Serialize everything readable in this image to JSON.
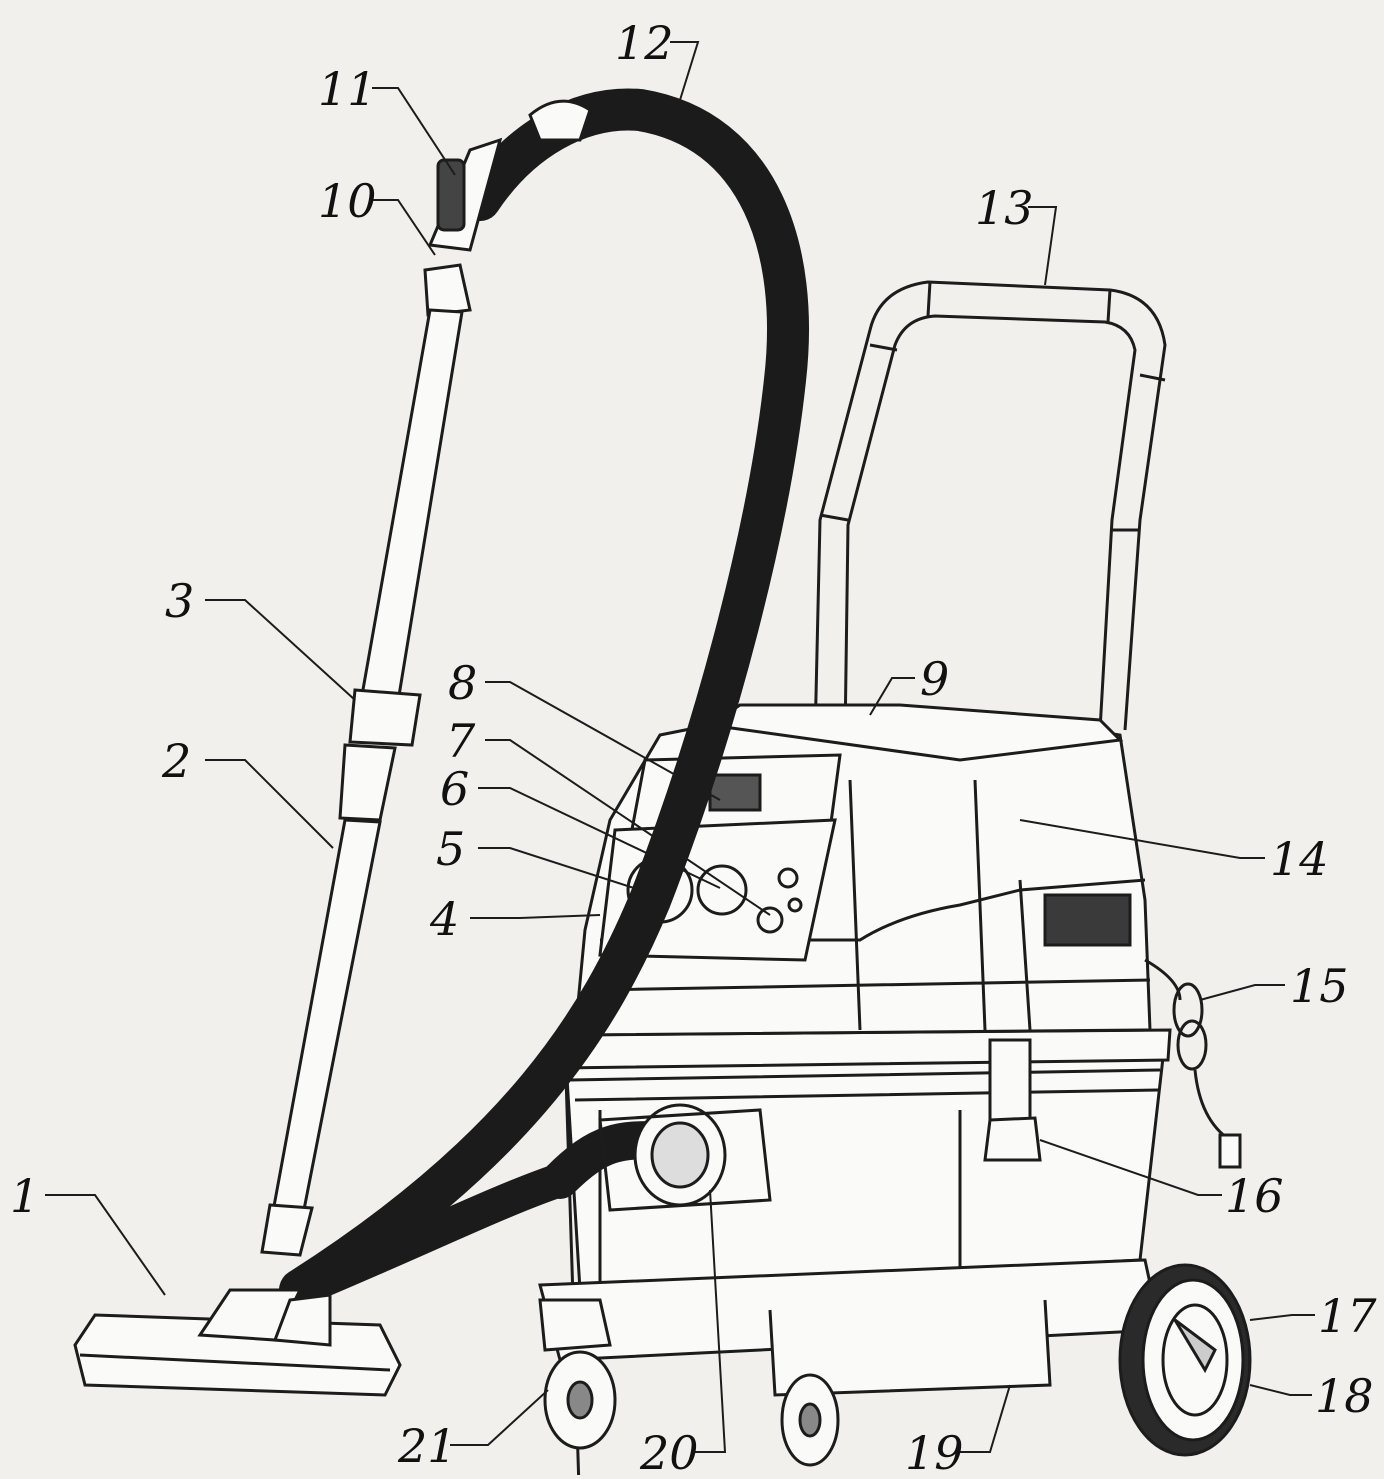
{
  "diagram": {
    "colors": {
      "line": "#1c1c1c",
      "hose": "#1b1b1b",
      "paper": "#f1f0ec",
      "body": "#fafaf8"
    },
    "callouts": [
      {
        "id": "c1",
        "text": "1"
      },
      {
        "id": "c2",
        "text": "2"
      },
      {
        "id": "c3",
        "text": "3"
      },
      {
        "id": "c4",
        "text": "4"
      },
      {
        "id": "c5",
        "text": "5"
      },
      {
        "id": "c6",
        "text": "6"
      },
      {
        "id": "c7",
        "text": "7"
      },
      {
        "id": "c8",
        "text": "8"
      },
      {
        "id": "c9",
        "text": "9"
      },
      {
        "id": "c10",
        "text": "10"
      },
      {
        "id": "c11",
        "text": "11"
      },
      {
        "id": "c12",
        "text": "12"
      },
      {
        "id": "c13",
        "text": "13"
      },
      {
        "id": "c14",
        "text": "14"
      },
      {
        "id": "c15",
        "text": "15"
      },
      {
        "id": "c16",
        "text": "16"
      },
      {
        "id": "c17",
        "text": "17"
      },
      {
        "id": "c18",
        "text": "18"
      },
      {
        "id": "c19",
        "text": "19"
      },
      {
        "id": "c20",
        "text": "20"
      },
      {
        "id": "c21",
        "text": "21"
      }
    ]
  }
}
